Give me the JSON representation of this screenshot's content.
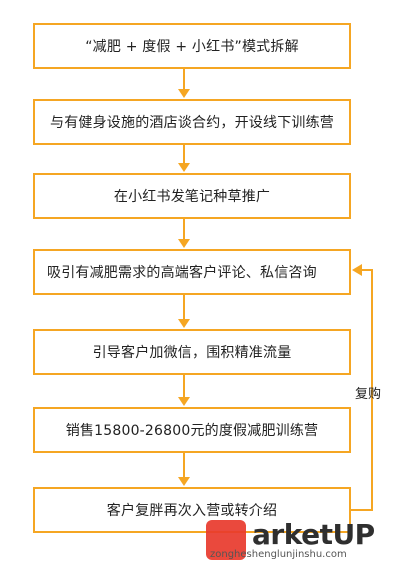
{
  "steps": [
    "“减肥 + 度假 + 小红书”模式拆解",
    "与有健身设施的酒店谈合约，开设线下训练营",
    "在小红书发笔记种草推广",
    "吸引有减肥需求的高端客户评论、私信咨询",
    "引导客户加微信，围积精准流量",
    "销售15800-26800元的度假减肥训练营",
    "客户复胖再次入营或转介绍"
  ],
  "loop_label": "复购",
  "watermark": {
    "brand": "arketUP",
    "url": "zongheshenglunjinshu.com"
  },
  "colors": {
    "accent": "#f5a623",
    "text": "#222222",
    "logo_red": "#e83a2c"
  }
}
